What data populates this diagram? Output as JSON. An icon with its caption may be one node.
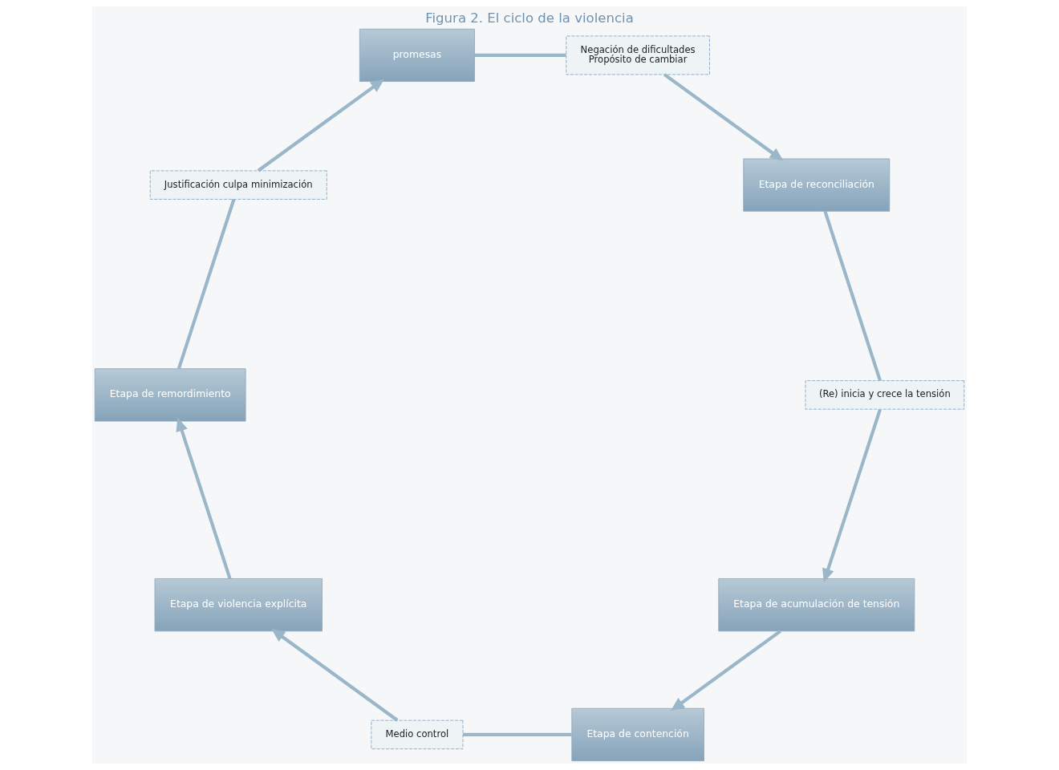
{
  "diagram": {
    "title": "Figura 2. El ciclo de la violencia",
    "nodes": [
      {
        "text": [
          "Etapa de acumulación de tensión"
        ]
      },
      {
        "text": [
          "Etapa de contención"
        ]
      },
      {
        "text": [
          "Medio control"
        ]
      },
      {
        "text": [
          "Etapa de violencia explícita"
        ]
      },
      {
        "text": [
          "Etapa de remordimiento"
        ]
      },
      {
        "text": [
          "Justificación culpa minimización"
        ]
      },
      {
        "text": [
          "promesas"
        ]
      },
      {
        "text": [
          "Negación de dificultades",
          "Propósito de cambiar"
        ]
      },
      {
        "text": [
          "Etapa de reconciliación"
        ]
      },
      {
        "text": [
          "(Re) inicia y crece la tensión"
        ]
      }
    ],
    "edges": [
      {
        "from": 0,
        "to": 1,
        "arrow": "to"
      },
      {
        "from": 1,
        "to": 2,
        "arrow": "none"
      },
      {
        "from": 2,
        "to": 3,
        "arrow": "to"
      },
      {
        "from": 3,
        "to": 4,
        "arrow": "to"
      },
      {
        "from": 4,
        "to": 5,
        "arrow": "none"
      },
      {
        "from": 5,
        "to": 6,
        "arrow": "to"
      },
      {
        "from": 6,
        "to": 7,
        "arrow": "none"
      },
      {
        "from": 7,
        "to": 8,
        "arrow": "to"
      },
      {
        "from": 8,
        "to": 9,
        "arrow": "none"
      },
      {
        "from": 9,
        "to": 0,
        "arrow": "to"
      }
    ]
  }
}
